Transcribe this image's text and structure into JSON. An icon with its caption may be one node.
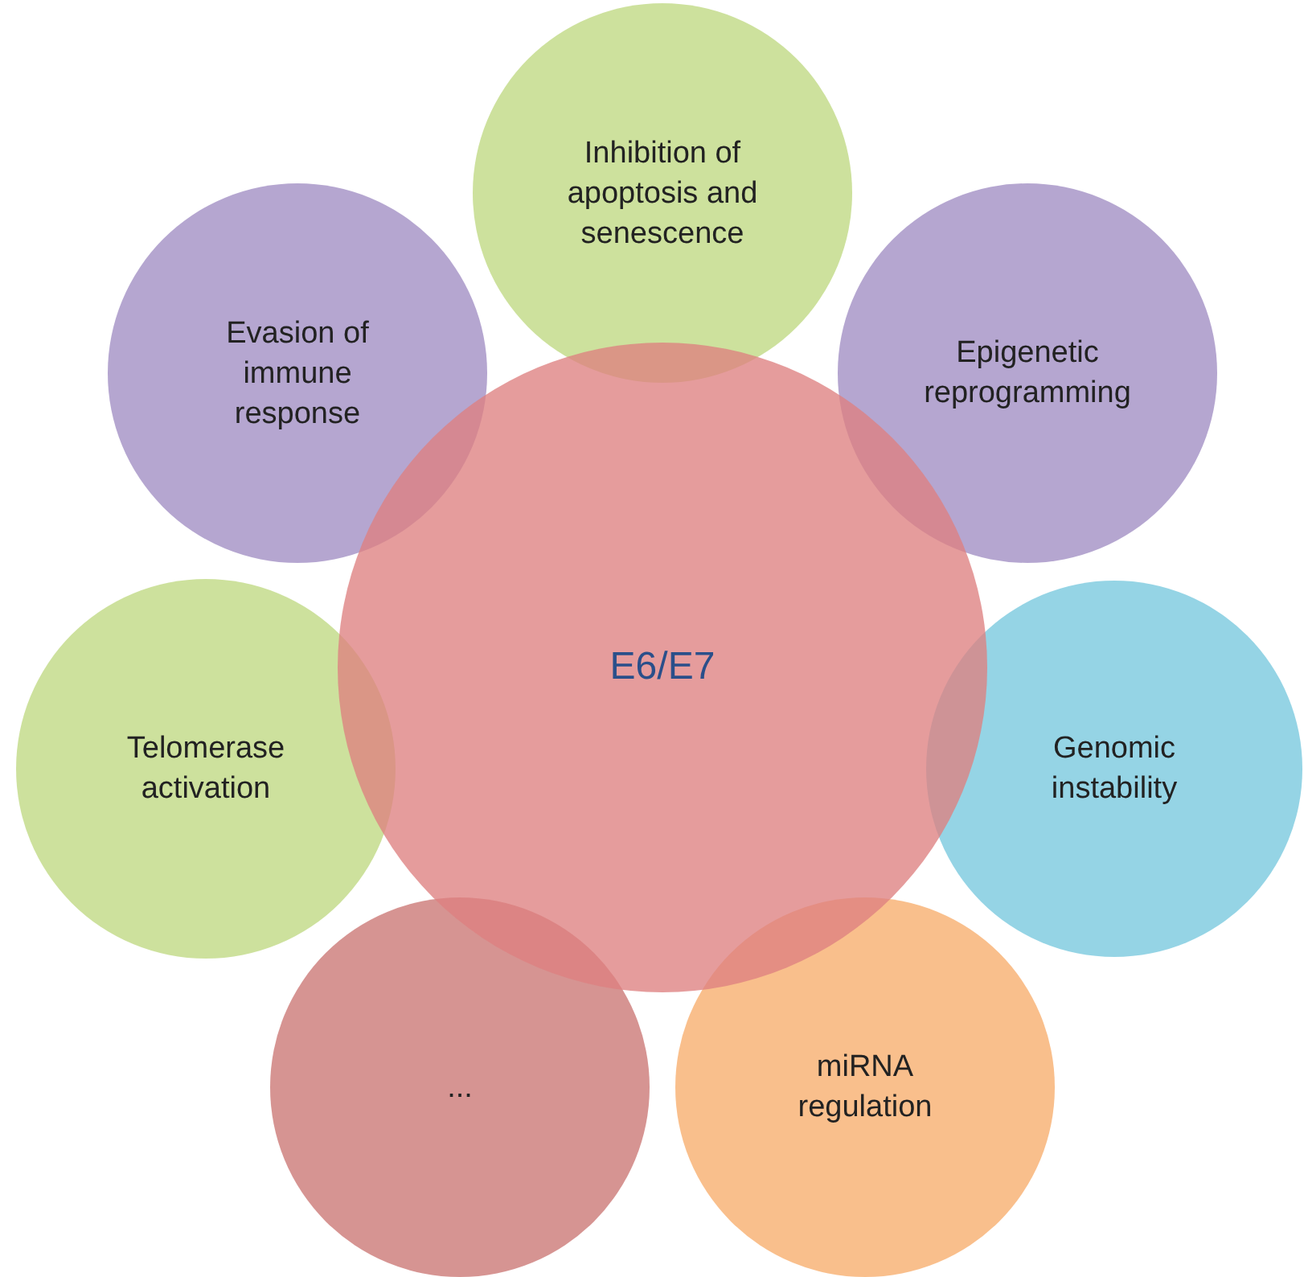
{
  "diagram": {
    "nodes": [
      {
        "text": [
          "Inhibition of apoptosis and senescence"
        ]
      },
      {
        "text": [
          "Evasion of immune response"
        ]
      },
      {
        "text": [
          "Epigenetic reprogramming"
        ]
      },
      {
        "text": [
          "E6/E7"
        ]
      },
      {
        "text": [
          "Telomerase activation"
        ]
      },
      {
        "text": [
          "Genomic instability"
        ]
      },
      {
        "text": [
          "..."
        ]
      },
      {
        "text": [
          "miRNA regulation"
        ]
      }
    ]
  }
}
